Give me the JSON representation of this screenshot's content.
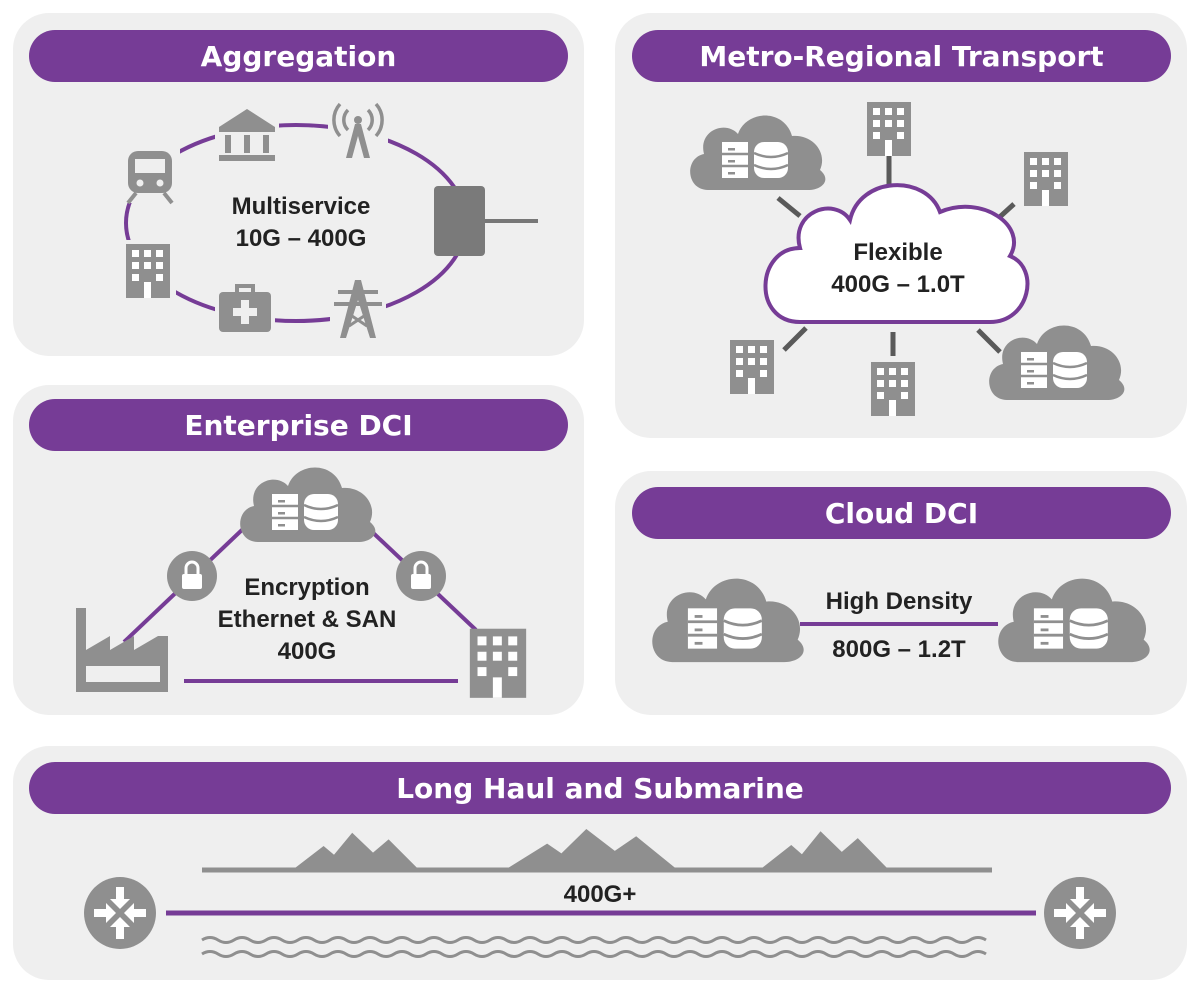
{
  "colors": {
    "purple": "#763c96",
    "panel": "#efefef",
    "icon": "#8f8f8f",
    "text": "#222222"
  },
  "aggregation": {
    "title": "Aggregation",
    "line1": "Multiservice",
    "line2": "10G – 400G",
    "icons": [
      "train-icon",
      "bank-icon",
      "antenna-icon",
      "building-icon",
      "medical-kit-icon",
      "power-tower-icon",
      "switch-device-icon"
    ]
  },
  "metro": {
    "title": "Metro-Regional Transport",
    "line1": "Flexible",
    "line2": "400G – 1.0T",
    "icons": [
      "cloud-datacenter-icon",
      "building-icon"
    ]
  },
  "enterprise": {
    "title": "Enterprise DCI",
    "line1": "Encryption",
    "line2": "Ethernet & SAN",
    "line3": "400G",
    "icons": [
      "cloud-datacenter-icon",
      "lock-icon",
      "factory-icon",
      "building-icon"
    ]
  },
  "cloud": {
    "title": "Cloud DCI",
    "line1": "High Density",
    "line2": "800G – 1.2T",
    "icons": [
      "cloud-datacenter-icon"
    ]
  },
  "longhaul": {
    "title": "Long Haul and Submarine",
    "label": "400G+",
    "icons": [
      "router-icon",
      "mountains-icon",
      "waves-icon"
    ]
  }
}
